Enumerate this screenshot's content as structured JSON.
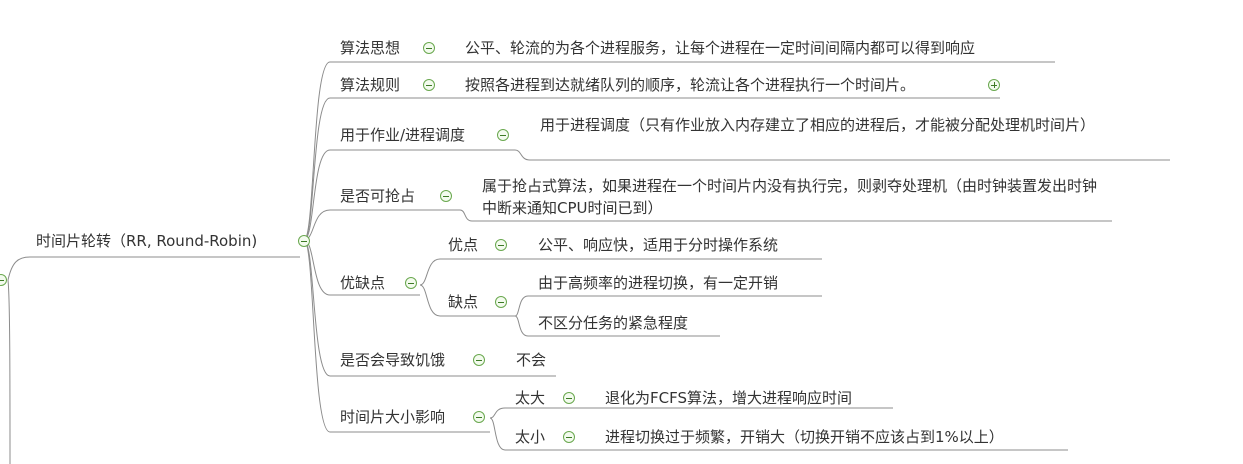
{
  "mindmap": {
    "root": {
      "label": "时间片轮转（RR, Round-Robin)"
    },
    "branches": [
      {
        "label": "算法思想",
        "children": [
          {
            "label": "公平、轮流的为各个进程服务，让每个进程在一定时间间隔内都可以得到响应"
          }
        ]
      },
      {
        "label": "算法规则",
        "children": [
          {
            "label": "按照各进程到达就绪队列的顺序，轮流让各个进程执行一个时间片。"
          }
        ]
      },
      {
        "label": "用于作业/进程调度",
        "children": [
          {
            "label": "用于进程调度（只有作业放入内存建立了相应的进程后，才能被分配处理机时间片）"
          }
        ]
      },
      {
        "label": "是否可抢占",
        "children": [
          {
            "label": "属于抢占式算法，如果进程在一个时间片内没有执行完，则剥夺处理机（由时钟装置发出时钟中断来通知CPU时间已到）"
          }
        ]
      },
      {
        "label": "优缺点",
        "children": [
          {
            "label": "优点",
            "children": [
              {
                "label": "公平、响应快，适用于分时操作系统"
              }
            ]
          },
          {
            "label": "缺点",
            "children": [
              {
                "label": "由于高频率的进程切换，有一定开销"
              },
              {
                "label": "不区分任务的紧急程度"
              }
            ]
          }
        ]
      },
      {
        "label": "是否会导致饥饿",
        "children": [
          {
            "label": "不会"
          }
        ]
      },
      {
        "label": "时间片大小影响",
        "children": [
          {
            "label": "太大",
            "children": [
              {
                "label": "退化为FCFS算法，增大进程响应时间"
              }
            ]
          },
          {
            "label": "太小",
            "children": [
              {
                "label": "进程切换过于频繁，开销大（切换开销不应该占到1%以上）"
              }
            ]
          }
        ]
      }
    ]
  },
  "colors": {
    "line": "#8c8c8c",
    "toggle_border": "#6aa84f",
    "toggle_fill": "#f3fbee",
    "text": "#333333"
  }
}
